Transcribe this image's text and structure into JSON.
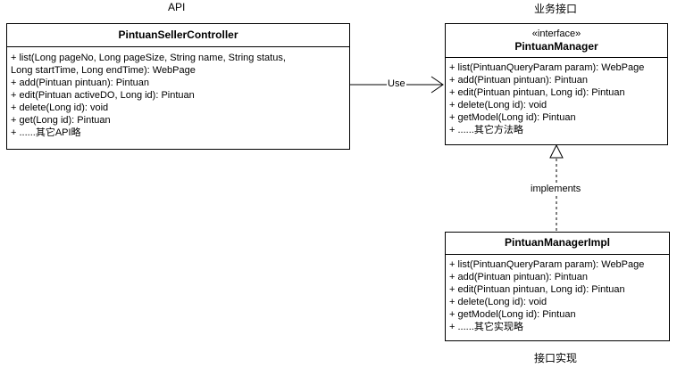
{
  "captions": {
    "api": "API",
    "business": "业务接口",
    "impl": "接口实现"
  },
  "controller": {
    "name": "PintuanSellerController",
    "methods": [
      "+ list(Long pageNo, Long pageSize, String name, String status,",
      "Long startTime, Long endTime): WebPage",
      "+ add(Pintuan pintuan): Pintuan",
      "+ edit(Pintuan activeDO, Long id): Pintuan",
      "+ delete(Long id): void",
      "+ get(Long id): Pintuan",
      "+ ......其它API略"
    ]
  },
  "manager": {
    "stereotype": "«interface»",
    "name": "PintuanManager",
    "methods": [
      "+ list(PintuanQueryParam param): WebPage",
      "+ add(Pintuan pintuan): Pintuan",
      "+ edit(Pintuan pintuan, Long id): Pintuan",
      "+ delete(Long id): void",
      "+ getModel(Long id): Pintuan",
      "+ ......其它方法略"
    ]
  },
  "impl": {
    "name": "PintuanManagerImpl",
    "methods": [
      "+ list(PintuanQueryParam param): WebPage",
      "+ add(Pintuan pintuan): Pintuan",
      "+ edit(Pintuan pintuan, Long id): Pintuan",
      "+ delete(Long id): void",
      "+ getModel(Long id): Pintuan",
      "+ ......其它实现略"
    ]
  },
  "edges": {
    "use_label": "Use",
    "implements_label": "implements"
  }
}
